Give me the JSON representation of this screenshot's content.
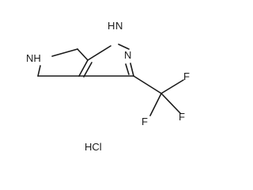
{
  "molecule": {
    "atoms": {
      "nh_ring": "NH",
      "nh_pyrazole_n": "N",
      "nh_pyrazole_h": "H",
      "n_pyrazole": "N",
      "fluorine_1": "F",
      "fluorine_2": "F",
      "fluorine_3": "F"
    },
    "salt": "HCl"
  }
}
